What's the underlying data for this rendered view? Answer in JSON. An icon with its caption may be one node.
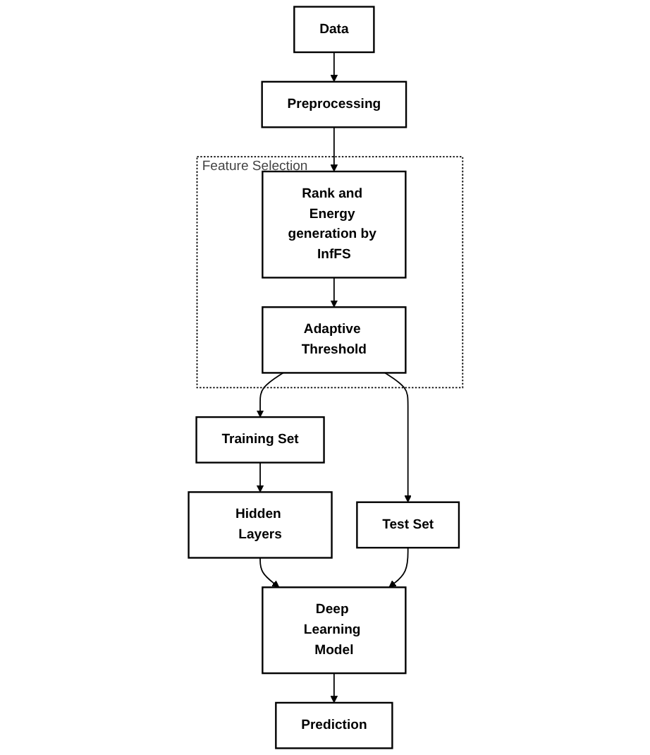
{
  "diagram": {
    "nodes": [
      {
        "text": [
          "Data"
        ]
      },
      {
        "text": [
          "Preprocessing"
        ]
      },
      {
        "text": [
          "Feature Selection"
        ]
      },
      {
        "text": [
          "Rank and Energy generation by InfFS"
        ],
        "in": 2
      },
      {
        "text": [
          "Adaptive Threshold"
        ],
        "in": 2
      },
      {
        "text": [
          "Training Set"
        ]
      },
      {
        "text": [
          "Hidden Layers"
        ]
      },
      {
        "text": [
          "Test Set"
        ]
      },
      {
        "text": [
          "Deep Learning Model"
        ]
      },
      {
        "text": [
          "Prediction"
        ]
      }
    ],
    "edges": [
      {
        "from": 0,
        "to": 1,
        "arrow": "to"
      },
      {
        "from": 1,
        "to": 3,
        "arrow": "to"
      },
      {
        "from": 3,
        "to": 4,
        "arrow": "to"
      },
      {
        "from": 4,
        "to": 5,
        "arrow": "to"
      },
      {
        "from": 4,
        "to": 7,
        "arrow": "to"
      },
      {
        "from": 5,
        "to": 6,
        "arrow": "to"
      },
      {
        "from": 6,
        "to": 8,
        "arrow": "to"
      },
      {
        "from": 7,
        "to": 8,
        "arrow": "to"
      },
      {
        "from": 8,
        "to": 9,
        "arrow": "to"
      }
    ]
  }
}
